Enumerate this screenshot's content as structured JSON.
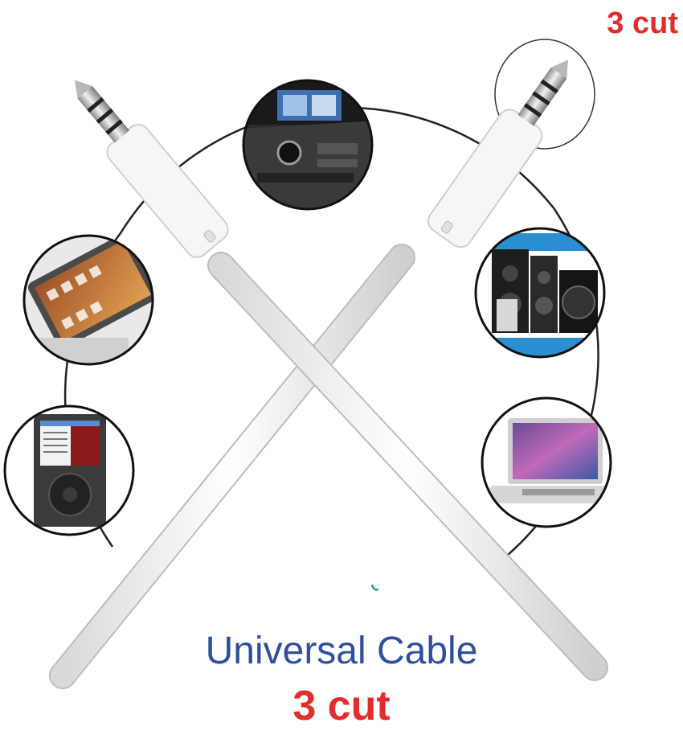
{
  "labels": {
    "top_cut": "3 cut",
    "headline": "Universal Cable",
    "bottom_cut": "3 cut"
  },
  "device_icons": [
    "car-dashboard-icon",
    "smartphone-icon",
    "music-player-icon",
    "speaker-system-icon",
    "laptop-icon"
  ],
  "colors": {
    "cable": "#f4f4f4",
    "accent_red": "#e32c2c",
    "headline_blue": "#2d4f9e",
    "ring_line": "#222222"
  }
}
